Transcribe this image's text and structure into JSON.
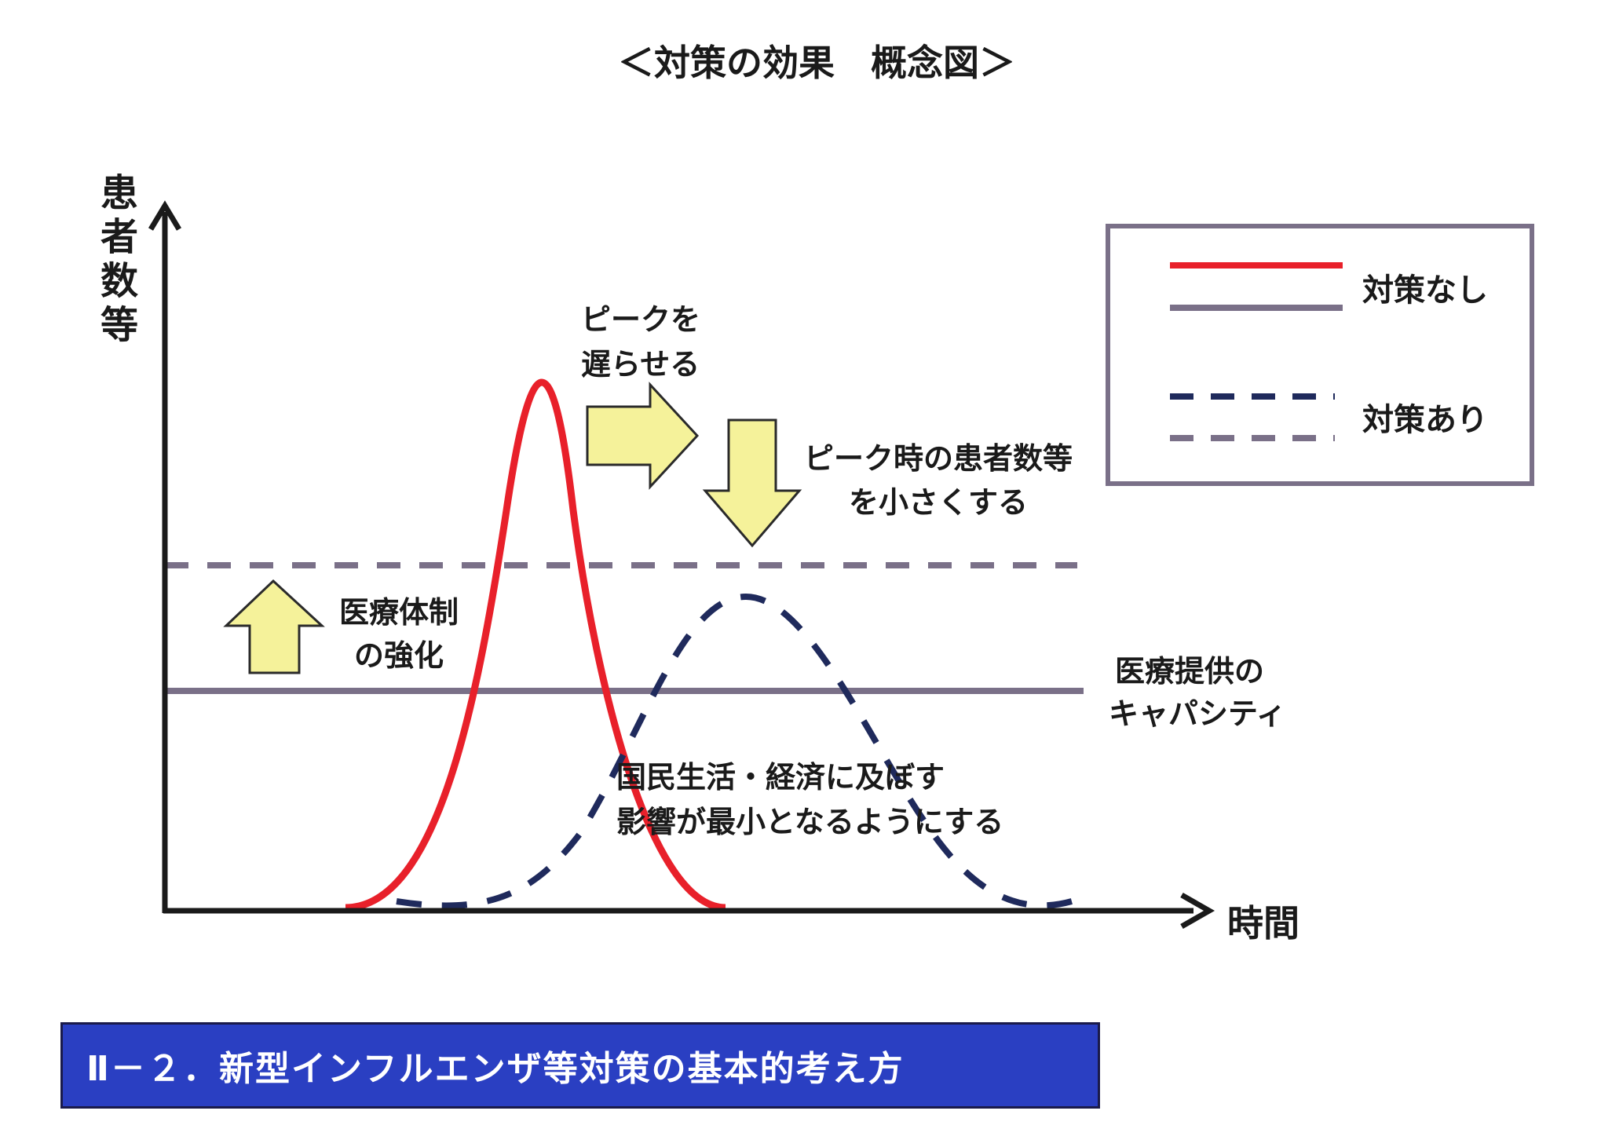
{
  "title": "＜対策の効果　概念図＞",
  "y_axis_label": [
    "患",
    "者",
    "数",
    "等"
  ],
  "x_axis_label": "時間",
  "legend": {
    "without_measures": "対策なし",
    "with_measures": "対策あり"
  },
  "annotations": {
    "delay_peak": [
      "ピークを",
      "遅らせる"
    ],
    "reduce_peak": [
      "ピーク時の患者数等",
      "を小さくする"
    ],
    "strengthen_medical": [
      "医療体制",
      "の強化"
    ],
    "medical_capacity": [
      "医療提供の",
      "キャパシティ"
    ],
    "minimize_impact": [
      "国民生活・経済に及ぼす",
      "影響が最小となるようにする"
    ]
  },
  "footer": "Ⅱ－２．新型インフルエンザ等対策の基本的考え方",
  "colors": {
    "red_curve": "#e8202a",
    "navy_dashed": "#1f2a5c",
    "gray_line": "#7a7088",
    "arrow_fill": "#f5f29a",
    "arrow_stroke": "#2a2a2a",
    "banner": "#2a3fc2"
  }
}
